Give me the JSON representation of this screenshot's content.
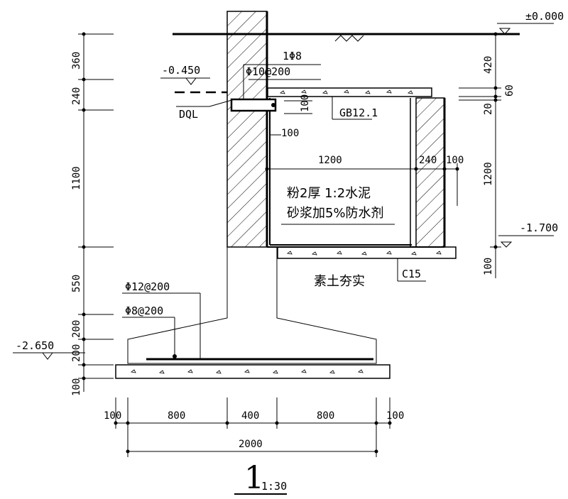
{
  "elevations": {
    "ground": "±0.000",
    "beam_top": "-0.450",
    "pit_bottom": "-1.700",
    "footing_bottom": "-2.650"
  },
  "labels": {
    "dql": "DQL",
    "stirrup": "1Φ8",
    "beam_rebar": "Φ10@200",
    "cover_slab": "GB12.1",
    "plaster_line1": "粉2厚 1:2水泥",
    "plaster_line2": "砂浆加5%防水剂",
    "compacted_soil": "素土夯实",
    "concrete_grade": "C15",
    "footing_rebar_main": "Φ12@200",
    "footing_rebar_dist": "Φ8@200",
    "inner_width": "1200",
    "wall_thickness": "240",
    "wall_gap": "100",
    "beam_offset_a": "100",
    "beam_offset_b": "100"
  },
  "dimensions": {
    "left_vertical": [
      "360",
      "240",
      "1100",
      "550",
      "200",
      "200",
      "100"
    ],
    "right_vertical": [
      "420",
      "60",
      "20",
      "1200",
      "100"
    ],
    "bottom_segments": [
      "100",
      "800",
      "400",
      "800",
      "100"
    ],
    "bottom_total": "2000"
  },
  "title": {
    "number": "1",
    "scale": "1:30"
  }
}
